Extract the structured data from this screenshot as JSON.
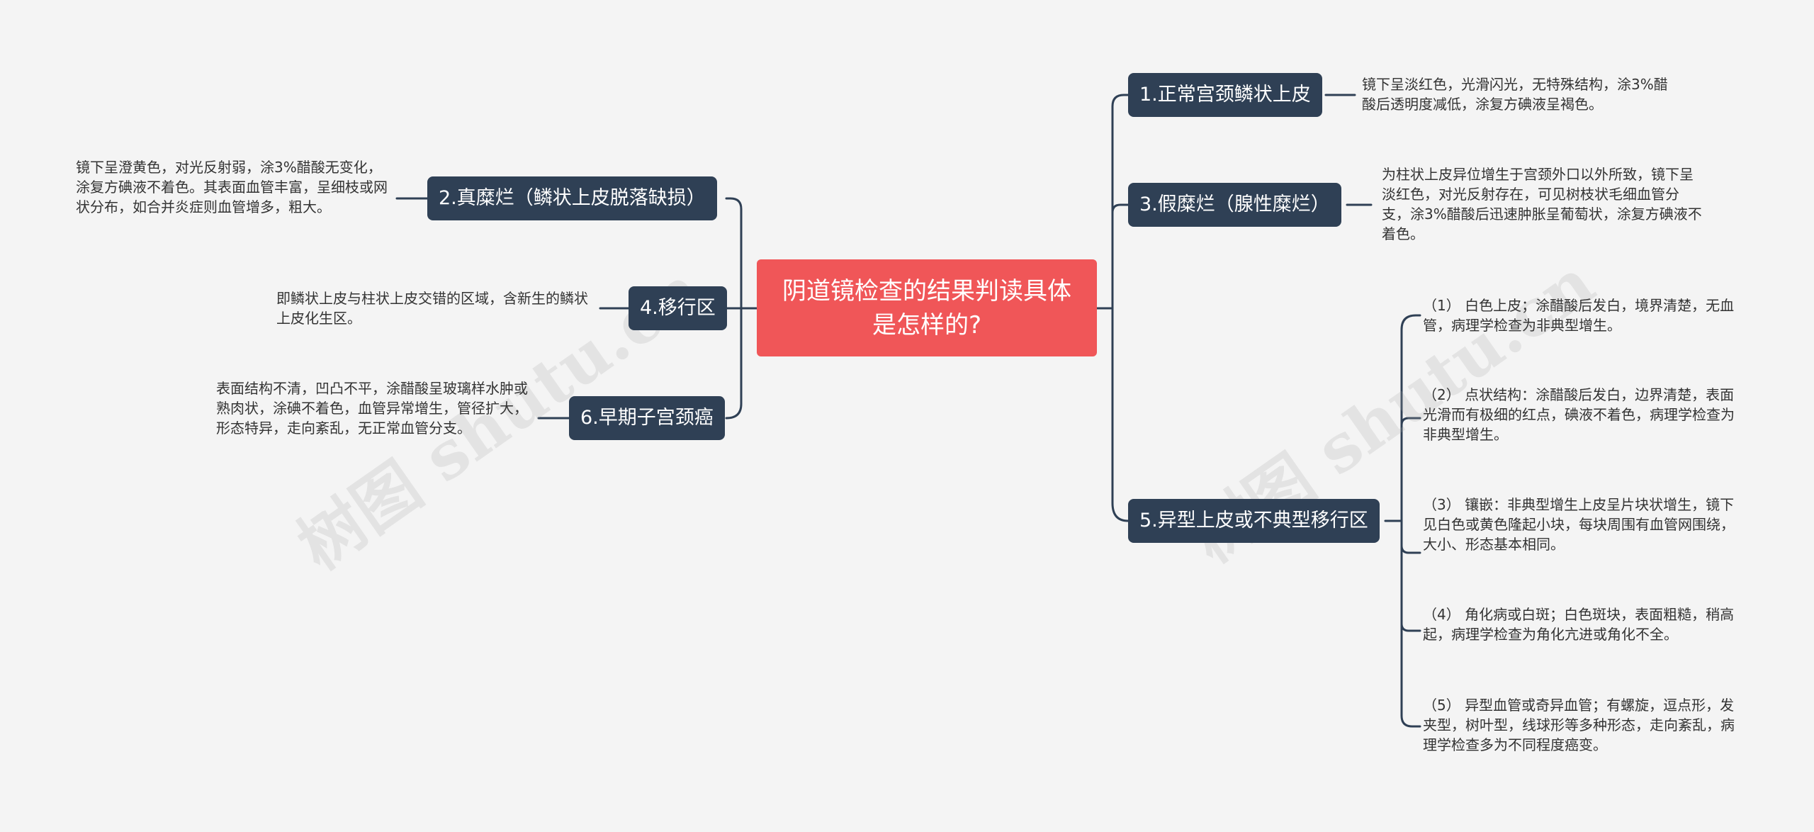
{
  "center": {
    "title": "阴道镜检查的结果判读具体是怎样的?"
  },
  "branches": {
    "b1": {
      "label": "1.正常宫颈鳞状上皮",
      "detail": "镜下呈淡红色，光滑闪光，无特殊结构，涂3%醋酸后透明度减低，涂复方碘液呈褐色。"
    },
    "b2": {
      "label": "2.真糜烂（鳞状上皮脱落缺损）",
      "detail": "镜下呈澄黄色，对光反射弱，涂3%醋酸无变化，涂复方碘液不着色。其表面血管丰富，呈细枝或网状分布，如合并炎症则血管增多，粗大。"
    },
    "b3": {
      "label": "3.假糜烂（腺性糜烂）",
      "detail": "为柱状上皮异位增生于宫颈外口以外所致，镜下呈淡红色，对光反射存在，可见树枝状毛细血管分支，涂3%醋酸后迅速肿胀呈葡萄状，涂复方碘液不着色。"
    },
    "b4": {
      "label": "4.移行区",
      "detail": "即鳞状上皮与柱状上皮交错的区域，含新生的鳞状上皮化生区。"
    },
    "b5": {
      "label": "5.异型上皮或不典型移行区",
      "details": [
        "（1） 白色上皮；涂醋酸后发白，境界清楚，无血管，病理学检查为非典型增生。",
        "（2） 点状结构：涂醋酸后发白，边界清楚，表面光滑而有极细的红点，碘液不着色，病理学检查为非典型增生。",
        "（3） 镶嵌：非典型增生上皮呈片块状增生，镜下见白色或黄色隆起小块，每块周围有血管网围绕，大小、形态基本相同。",
        "（4） 角化病或白斑；白色斑块，表面粗糙，稍高起，病理学检查为角化亢进或角化不全。",
        "（5） 异型血管或奇异血管；有螺旋，逗点形，发夹型，树叶型，线球形等多种形态，走向紊乱，病理学检查多为不同程度癌变。"
      ]
    },
    "b6": {
      "label": "6.早期子宫颈癌",
      "detail": "表面结构不清，凹凸不平，涂醋酸呈玻璃样水肿或熟肉状，涂碘不着色，血管异常增生，管径扩大，形态特异，走向紊乱，无正常血管分支。"
    }
  },
  "watermarks": [
    "树图 shutu.cn",
    "树图 shutu.cn"
  ],
  "colors": {
    "center_bg": "#f05658",
    "branch_bg": "#2f4055",
    "connector": "#2f4055",
    "background": "#f4f4f4"
  }
}
